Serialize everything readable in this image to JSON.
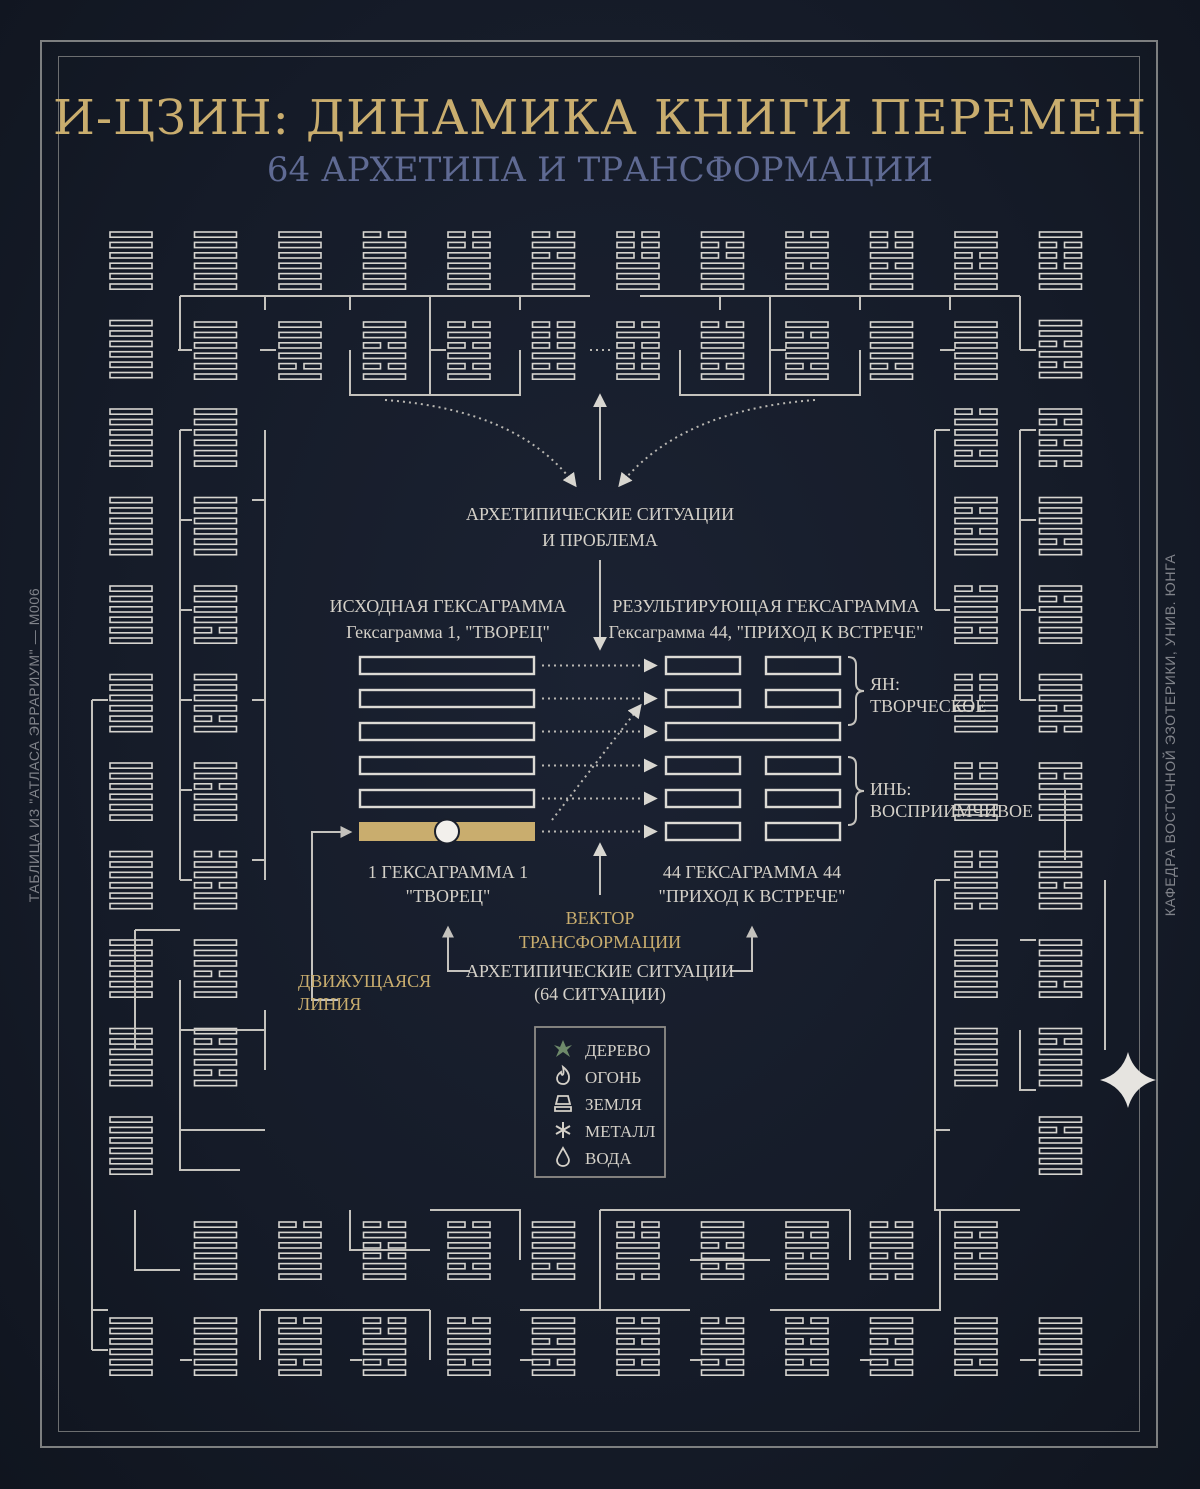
{
  "title": "И-ЦЗИН: ДИНАМИКА КНИГИ ПЕРЕМЕН",
  "subtitle": "64 АРХЕТИПА И ТРАНСФОРМАЦИИ",
  "side_left": "ТАБЛИЦА ИЗ \"АТЛАСА ЭРРАРИУМ\" — M006",
  "side_right": "КАФЕДРА ВОСТОЧНОЙ ЭЗОТЕРИКИ, УНИВ. ЮНГА",
  "center": {
    "situations_l1": "АРХЕТИПИЧЕСКИЕ СИТУАЦИИ",
    "situations_l2": "И ПРОБЛЕМА",
    "source_title": "ИСХОДНАЯ ГЕКСАГРАММА",
    "source_sub": "Гексаграмма 1, \"ТВОРЕЦ\"",
    "result_title": "РЕЗУЛЬТИРУЮЩАЯ ГЕКСАГРАММА",
    "result_sub": "Гексаграмма 44, \"ПРИХОД К ВСТРЕЧЕ\"",
    "yang_l1": "ЯН:",
    "yang_l2": "ТВОРЧЕСКОЕ",
    "yin_l1": "ИНЬ:",
    "yin_l2": "ВОСПРИИМЧИВОЕ",
    "source_caption_l1": "1 ГЕКСАГРАММА 1",
    "source_caption_l2": "\"ТВОРЕЦ\"",
    "result_caption_l1": "44 ГЕКСАГРАММА 44",
    "result_caption_l2": "\"ПРИХОД К ВСТРЕЧЕ\"",
    "vector_l1": "ВЕКТОР",
    "vector_l2": "ТРАНСФОРМАЦИИ",
    "moving_l1": "ДВИЖУЩАЯСЯ",
    "moving_l2": "ЛИНИЯ",
    "bottom_l1": "АРХЕТИПИЧЕСКИЕ СИТУАЦИИ",
    "bottom_l2": "(64 СИТУАЦИИ)",
    "source_lines": [
      "yang",
      "yang",
      "yang",
      "yang",
      "yang",
      "yang-moving"
    ],
    "result_lines": [
      "yin",
      "yin",
      "yang",
      "yin",
      "yin",
      "yin"
    ]
  },
  "legend": [
    {
      "icon": "tree-icon",
      "label": "ДЕРЕВО",
      "color": "#6e8a6a"
    },
    {
      "icon": "fire-icon",
      "label": "ОГОНЬ",
      "color": "#d4d0c8"
    },
    {
      "icon": "earth-icon",
      "label": "ЗЕМЛЯ",
      "color": "#d4d0c8"
    },
    {
      "icon": "metal-icon",
      "label": "МЕТАЛЛ",
      "color": "#d4d0c8"
    },
    {
      "icon": "water-icon",
      "label": "ВОДА",
      "color": "#d4d0c8"
    }
  ],
  "colors": {
    "background": "#151b28",
    "gold": "#c9ad6e",
    "subtitle": "#5f6a93",
    "line": "#c4c2bd",
    "hexagram": "#dcdad5"
  },
  "hexagram_grid": {
    "top_row1": [
      "yyyyyy",
      "yyyyyy",
      "yyyyyy",
      "nyyyyy",
      "nnyyyy",
      "nynyyy",
      "nnnyyy",
      "ynnyyy",
      "nyynyy",
      "nnynyy",
      "yynnyy",
      "ynnnyy"
    ],
    "top_row2": [
      "yyyyyy",
      "yyyyyy",
      "yyyyny",
      "yynyny",
      "nynyny",
      "nnnyny",
      "nynnny",
      "nyyyny",
      "ynyyny",
      "yyyyny",
      "yyyyyy",
      "yyyyyy"
    ],
    "left_col1": [
      "yyyyyy",
      "yyyyyy",
      "yyyyyy",
      "yyyyyy",
      "yyyyyy",
      "yyyyyy",
      "yyyyyy",
      "yyyyyy",
      "yyyyyy",
      "yyyyyy",
      "yyyyyy",
      "yyyyyy"
    ],
    "left_col2": [
      "ynynyy",
      "ynynyy",
      "yyyyyy",
      "yyyyyy",
      "yyyyny",
      "yyyyny",
      "yynyyy",
      "nyynyy",
      "yyynyy",
      "ynyyny",
      "yynyyy",
      "ynnnyy"
    ],
    "right_col2": [
      "nynyny",
      "nyynyn",
      "nyyyny",
      "ynynyy",
      "nyyyny",
      "nnnnyy",
      "nnyyyy",
      "nnyyyn",
      "yyyyyy",
      "yyyyyy",
      "yyyyyy",
      "yyyyyy"
    ],
    "right_col1": [
      "ynynyy",
      "yynyny",
      "ynynyn",
      "yyyyny",
      "ynyyyy",
      "yyynyn",
      "ynyyyy",
      "yyynyy",
      "yyyyny",
      "ynyyyy",
      "ynyyyy",
      "yyyyyy"
    ],
    "bottom_row1": [
      "yyyyyy",
      "yyyyyy",
      "nyyyyy",
      "nynnyy",
      "nyyyny",
      "yyyyny",
      "nnyyyn",
      "yynyny",
      "ynynyy",
      "nyynyn",
      "ynynyy",
      "yyyyyy"
    ],
    "bottom_row2": [
      "yyyyyy",
      "yyyyyy",
      "nyyyny",
      "nnyyny",
      "nyyyny",
      "yynyny",
      "nynyny",
      "nyyyny",
      "nynyny",
      "yynyny",
      "yyyyny",
      "yyyyyy"
    ]
  }
}
